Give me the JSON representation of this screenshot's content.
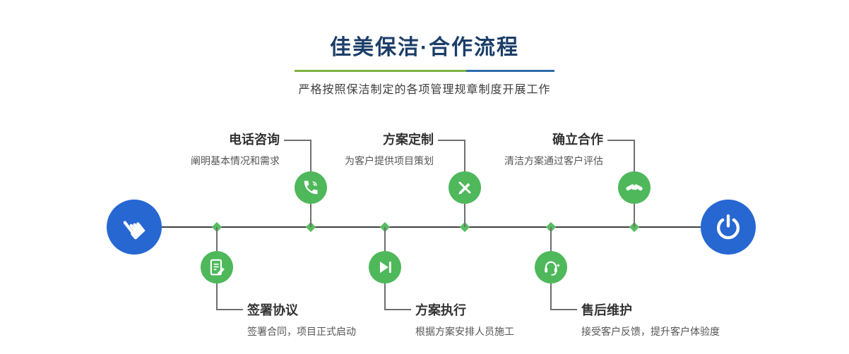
{
  "header": {
    "title": "佳美保洁·合作流程",
    "subtitle": "严格按照保洁制定的各项管理规章制度开展工作"
  },
  "colors": {
    "accent_green": "#4eb85b",
    "accent_blue": "#2767d2",
    "title_navy": "#1c3e68",
    "divider_green": "#7cb33e",
    "divider_blue": "#2f6cab",
    "line_gray": "#3f3f3f"
  },
  "timeline": {
    "start_icon": "pointer-hand-icon",
    "start_glyph": "☛",
    "end_icon": "power-icon",
    "steps_top": [
      {
        "title": "电话咨询",
        "desc": "阐明基本情况和需求",
        "icon": "phone-icon"
      },
      {
        "title": "方案定制",
        "desc": "为客户提供项目策划",
        "icon": "design-pencil-icon"
      },
      {
        "title": "确立合作",
        "desc": "清洁方案通过客户评估",
        "icon": "handshake-icon"
      }
    ],
    "steps_bottom": [
      {
        "title": "签署协议",
        "desc": "签署合同，项目正式启动",
        "icon": "contract-icon"
      },
      {
        "title": "方案执行",
        "desc": "根据方案安排人员施工",
        "icon": "play-icon"
      },
      {
        "title": "售后维护",
        "desc": "接受客户反馈，提升客户体验度",
        "icon": "headset-icon"
      }
    ]
  }
}
